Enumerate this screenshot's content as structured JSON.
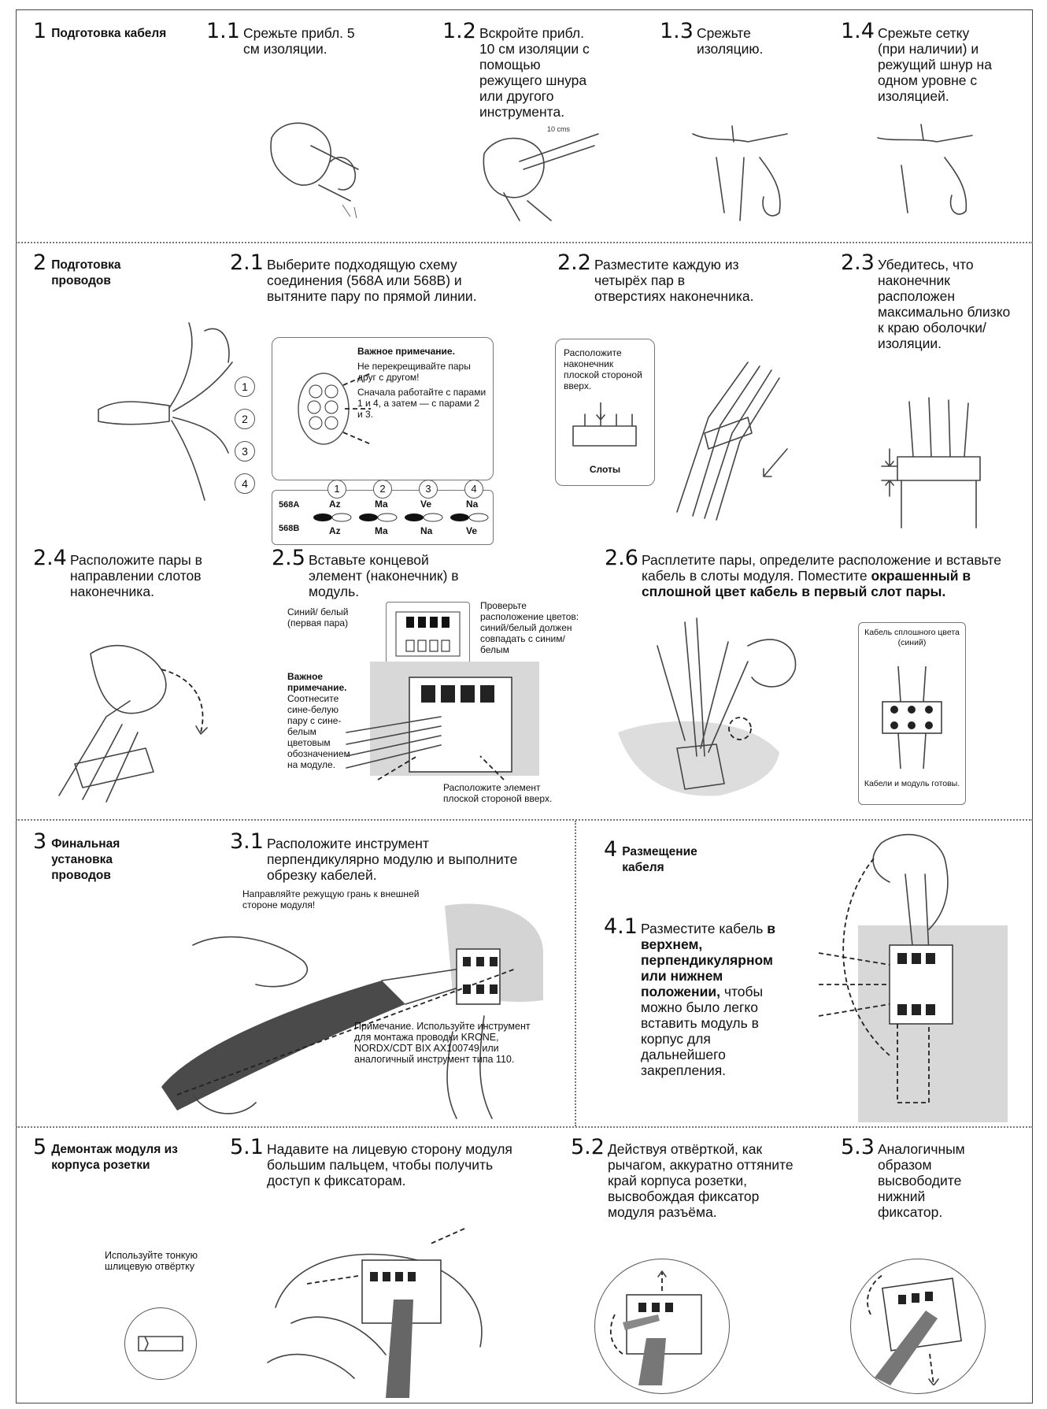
{
  "s1": {
    "num": "1",
    "title": "Подготовка кабеля"
  },
  "s1_1": {
    "num": "1.1",
    "text": "Срежьте прибл. 5 см изоляции."
  },
  "s1_2": {
    "num": "1.2",
    "text": "Вскройте прибл. 10 см изоляции с помощью режущего шнура или другого инструмента.",
    "fig_label": "10 cms"
  },
  "s1_3": {
    "num": "1.3",
    "text": "Срежьте изоляцию."
  },
  "s1_4": {
    "num": "1.4",
    "text": "Срежьте сетку (при наличии) и режущий шнур на одном уровне с изоляцией."
  },
  "s2": {
    "num": "2",
    "title": "Подготовка проводов"
  },
  "s2_1": {
    "num": "2.1",
    "text": "Выберите подходящую схему соединения (568A или 568B) и вытяните пару по прямой линии.",
    "note_title": "Важное примечание.",
    "note1": "Не перекрещивайте пары друг с другом!",
    "note2": "Сначала работайте с парами 1 и 4, а затем — с парами 2 и 3.",
    "pairs": [
      "1",
      "2",
      "3",
      "4"
    ],
    "row_a_label": "568A",
    "row_a": [
      "Az",
      "Ma",
      "Ve",
      "Na"
    ],
    "row_b_label": "568B",
    "row_b": [
      "Az",
      "Ma",
      "Na",
      "Ve"
    ]
  },
  "s2_2": {
    "num": "2.2",
    "text": "Разместите каждую из четырёх пар в отверстиях наконечника.",
    "box_text": "Расположите наконечник плоской стороной вверх.",
    "box_label": "Слоты"
  },
  "s2_3": {
    "num": "2.3",
    "text": "Убедитесь, что наконечник расположен максимально близко к краю оболочки/ изоляции."
  },
  "s2_4": {
    "num": "2.4",
    "text": "Расположите пары в направлении слотов наконечника."
  },
  "s2_5": {
    "num": "2.5",
    "text": "Вставьте концевой элемент (наконечник) в модуль.",
    "left_label": "Синий/ белый (первая пара)",
    "note_title": "Важное примечание.",
    "note_text": "Соотнесите сине-белую пару с сине-белым цветовым обозначением на модуле.",
    "check_text": "Проверьте расположение цветов: синий/белый должен совпадать с синим/ белым",
    "bottom_text": "Расположите элемент плоской стороной вверх."
  },
  "s2_6": {
    "num": "2.6",
    "text_plain": "Расплетите пары, определите расположение и вставьте кабель в слоты модуля. Поместите",
    "text_bold": "окрашенный в сплошной цвет кабель в первый слот пары.",
    "box_top": "Кабель сплошного цвета (синий)",
    "box_bottom": "Кабели и модуль готовы."
  },
  "s3": {
    "num": "3",
    "title": "Финальная установка проводов"
  },
  "s3_1": {
    "num": "3.1",
    "text": "Расположите инструмент перпендикулярно модулю и выполните обрезку кабелей.",
    "label_top": "Направляйте режущую грань к внешней стороне модуля!",
    "label_bottom": "Примечание. Используйте инструмент для монтажа проводки KRONE, NORDX/CDT BIX AX100749 или аналогичный инструмент типа 110."
  },
  "s4": {
    "num": "4",
    "title": "Размещение кабеля"
  },
  "s4_1": {
    "num": "4.1",
    "text_a": "Разместите кабель",
    "text_bold": "в верхнем, перпендикулярном или нижнем положении,",
    "text_b": "чтобы можно было легко вставить модуль в корпус для дальнейшего закрепления."
  },
  "s5": {
    "num": "5",
    "title": "Демонтаж модуля из корпуса розетки",
    "note": "Используйте тонкую шлицевую отвёртку"
  },
  "s5_1": {
    "num": "5.1",
    "text": "Надавите на лицевую сторону модуля большим пальцем, чтобы получить доступ к фиксаторам."
  },
  "s5_2": {
    "num": "5.2",
    "text": "Действуя отвёрткой, как рычагом, аккуратно оттяните край корпуса розетки, высвобождая фиксатор модуля разъёма."
  },
  "s5_3": {
    "num": "5.3",
    "text": "Аналогичным образом высвободите нижний фиксатор."
  }
}
